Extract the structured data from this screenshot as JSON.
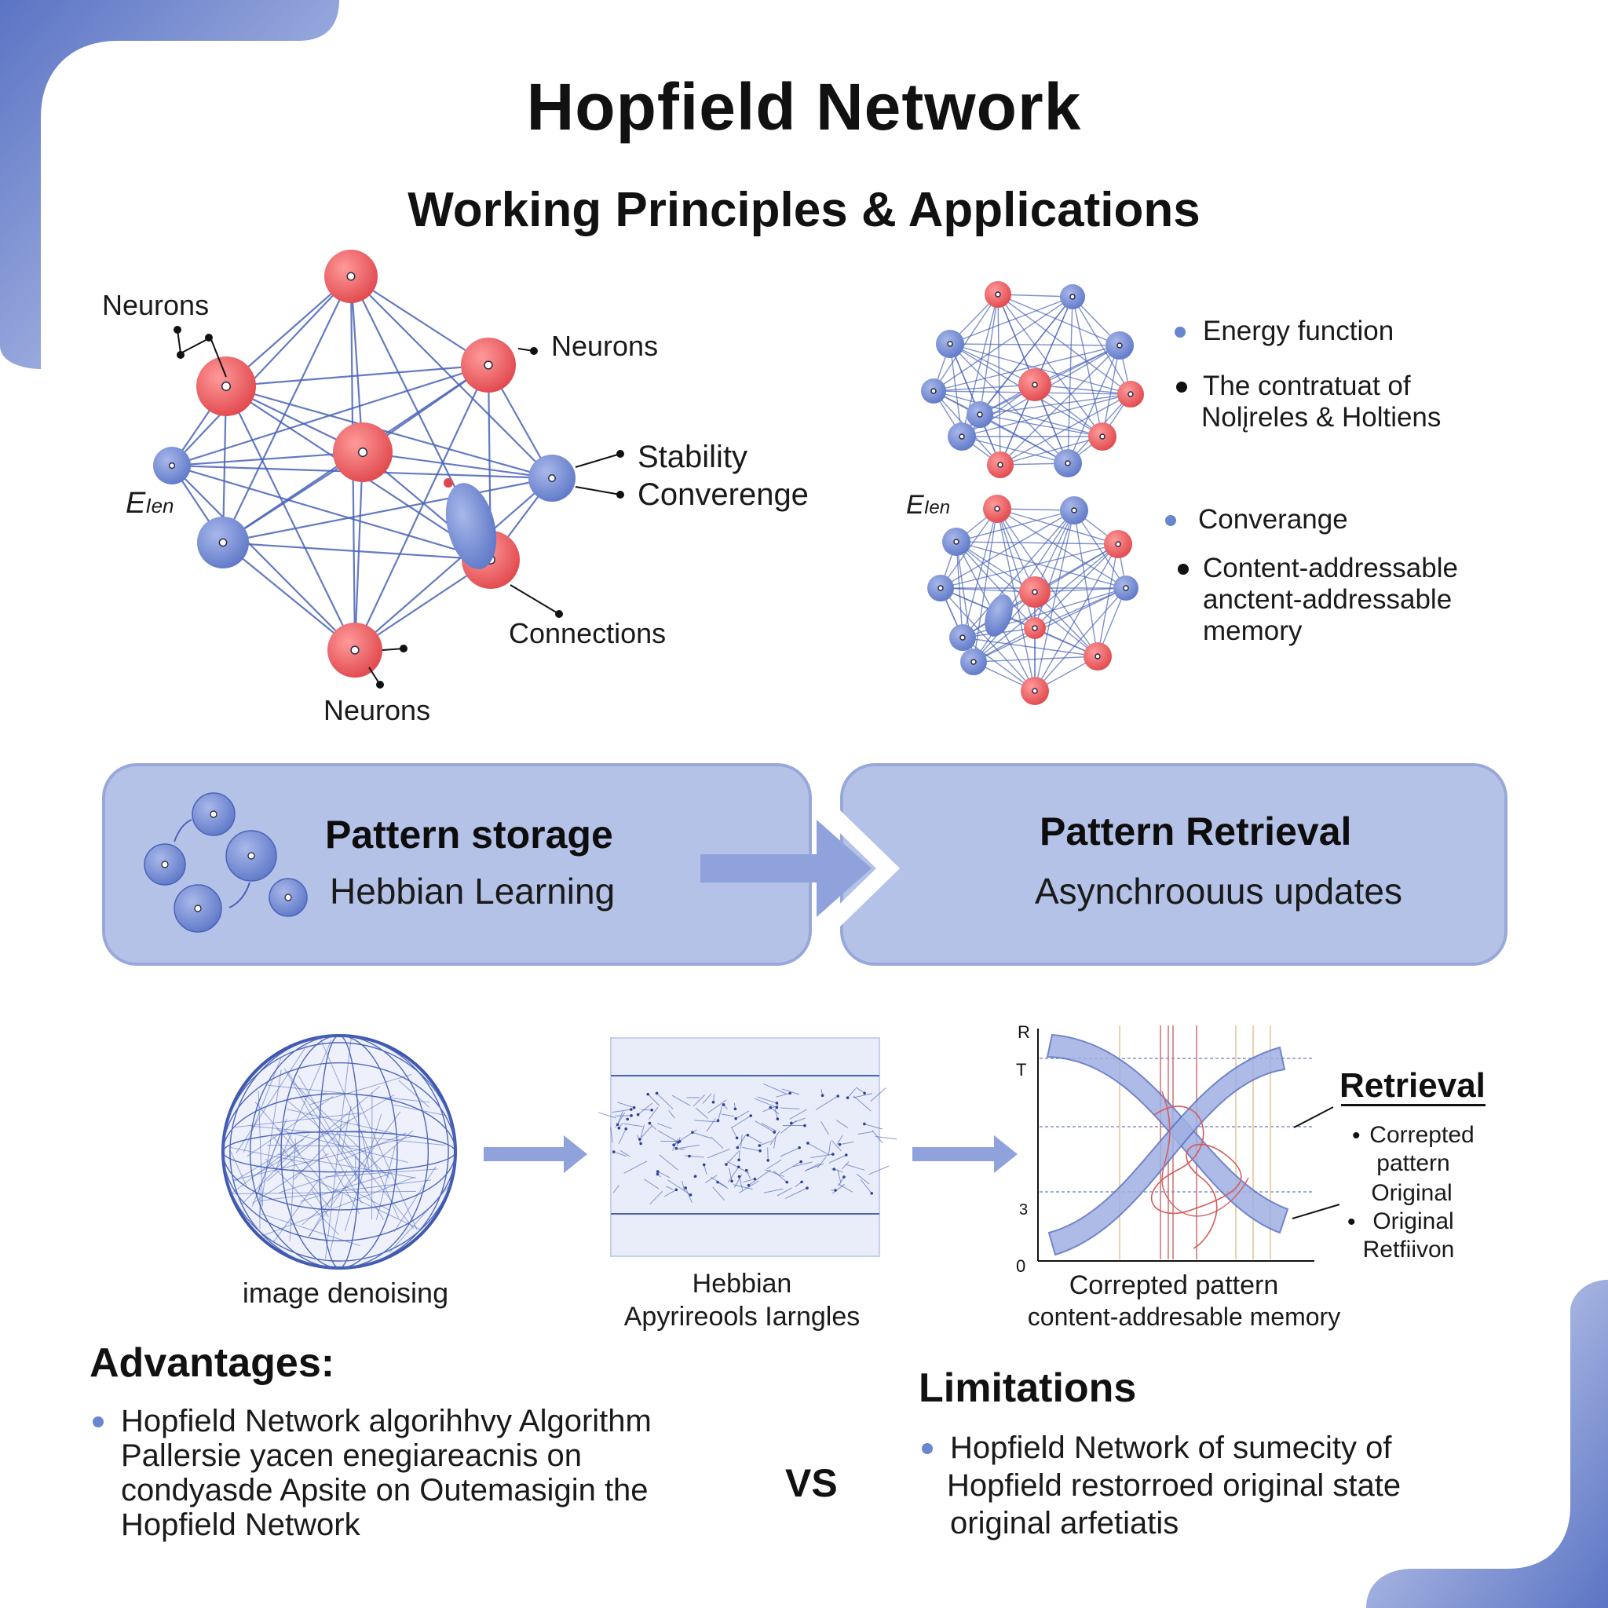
{
  "header": {
    "title": "Hopfield Network",
    "subtitle": "Working Principles & Applications"
  },
  "left_network": {
    "labels": {
      "neurons_top_left": "Neurons",
      "neurons_right": "Neurons",
      "stability": "Stability",
      "convergence": "Converenge",
      "energy": "E",
      "energy_sub": "Ien",
      "connections": "Connections",
      "neurons_bottom": "Neurons"
    }
  },
  "right_networks": {
    "energy": "E",
    "energy_sub": "Ien",
    "bullets": [
      "Energy function",
      "The contratuat of",
      "Nolįreles & Holtiens",
      "Converange",
      "Content-addressable",
      "anctent-addressable",
      "memory"
    ]
  },
  "process": {
    "storage": {
      "title": "Pattern storage",
      "subtitle": "Hebbian Learning"
    },
    "retrieval": {
      "title": "Pattern Retrieval",
      "subtitle": "Asynchroouus updates"
    }
  },
  "applications": {
    "sphere_caption": "image denoising",
    "noise_caption_1": "Hebbian",
    "noise_caption_2": "Apyrireools Iarngles",
    "graph_axis": {
      "top": "R",
      "t": "T",
      "mid": "3",
      "zero": "0"
    },
    "graph_caption_1": "Correpted pattern",
    "graph_caption_2": "content-addresable memory",
    "retrieval_title": "Retrieval",
    "retrieval_items": [
      "Correpted",
      "pattern",
      "Original",
      "Original",
      "Retfiivon"
    ]
  },
  "advantages": {
    "heading": "Advantages:",
    "lines": [
      "Hopfield Network algorihhvy Algorithm",
      "Pallersie yacen enegiareacnis on",
      "condyasde Apsite on Outemasigin the",
      "Hopfield Network"
    ]
  },
  "versus": "VS",
  "limitations": {
    "heading": "Limitations",
    "lines": [
      "Hopfield Network of sumecity of",
      "Hopfield restorroed original state",
      "original arfetiatis"
    ]
  },
  "colors": {
    "accent_blue": "#5b74c4",
    "panel_fill": "#b5c2e8",
    "neuron_red": "#e0474c",
    "neuron_blue": "#5e78c8",
    "edge": "#4a63b8"
  }
}
